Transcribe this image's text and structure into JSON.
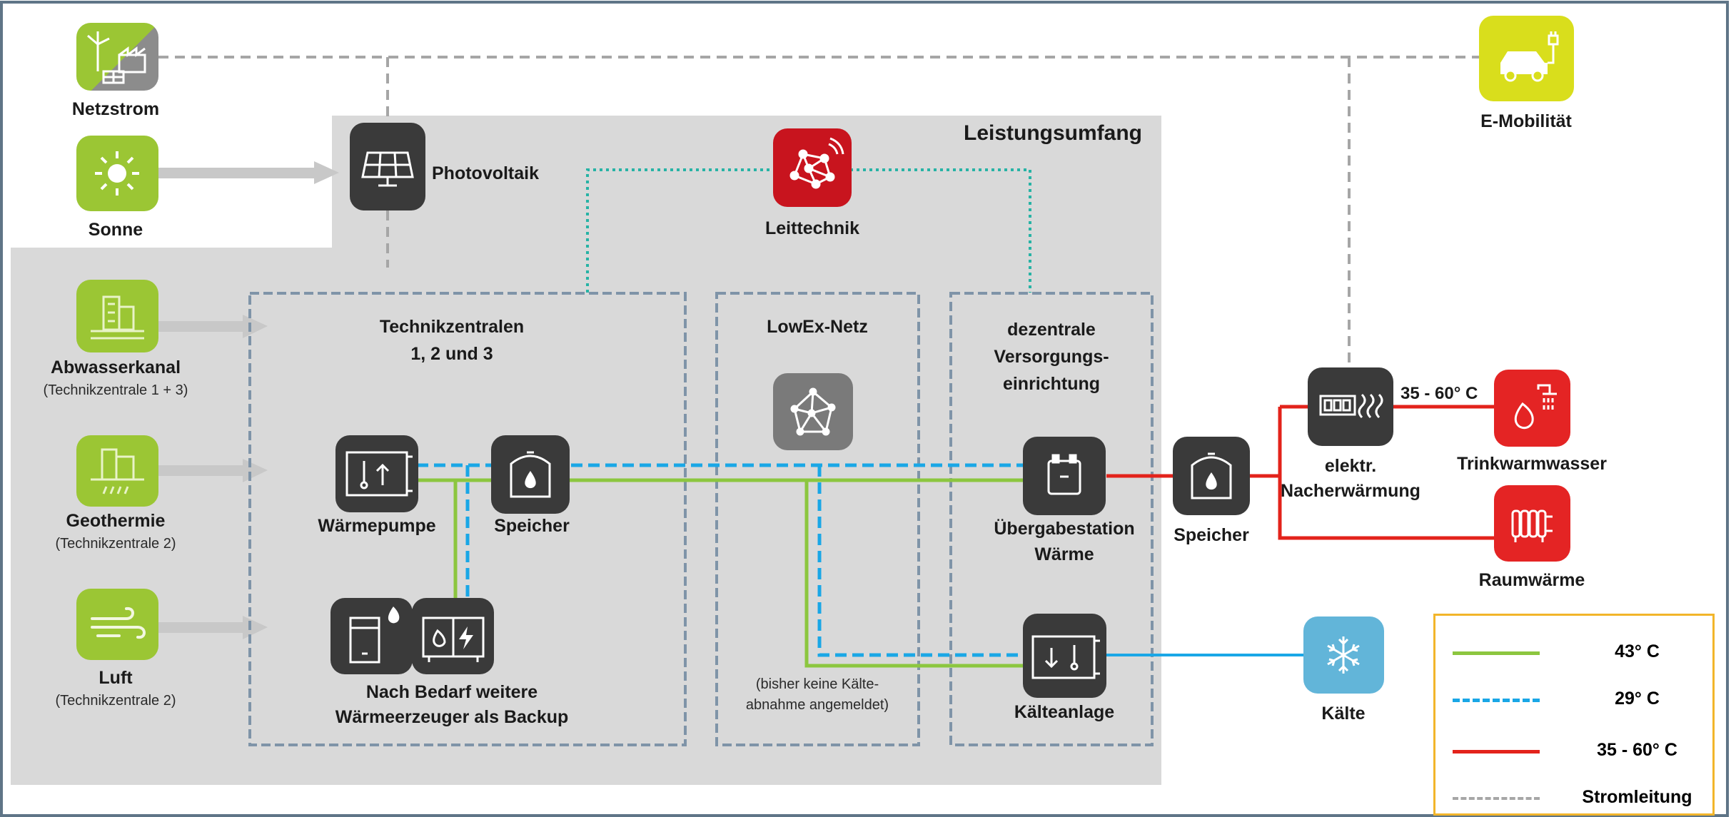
{
  "title": "Leistungsumfang",
  "sources": {
    "netzstrom": "Netzstrom",
    "sonne": "Sonne",
    "abwasser_title": "Abwasserkanal",
    "abwasser_sub": "(Technikzentrale 1 + 3)",
    "geothermie_title": "Geothermie",
    "geothermie_sub": "(Technikzentrale 2)",
    "luft_title": "Luft",
    "luft_sub": "(Technikzentrale 2)"
  },
  "nodes": {
    "photovoltaik": "Photovoltaik",
    "leittechnik": "Leittechnik",
    "emobilitaet": "E-Mobilität"
  },
  "zones": {
    "technik_line1": "Technikzentralen",
    "technik_line2": "1, 2 und 3",
    "lowex": "LowEx-Netz",
    "lowex_note_1": "(bisher keine Kälte-",
    "lowex_note_2": "abnahme angemeldet)",
    "dezentral_1": "dezentrale",
    "dezentral_2": "Versorgungs-",
    "dezentral_3": "einrichtung"
  },
  "components": {
    "waermepumpe": "Wärmepumpe",
    "speicher_1": "Speicher",
    "backup_1": "Nach Bedarf weitere",
    "backup_2": "Wärmeerzeuger als Backup",
    "uebergabe_1": "Übergabestation",
    "uebergabe_2": "Wärme",
    "kaelteanlage": "Kälteanlage",
    "speicher_2": "Speicher",
    "nacherw_1": "elektr.",
    "nacherw_2": "Nacherwärmung",
    "temp_label": "35 - 60° C",
    "trinkwarmwasser": "Trinkwarmwasser",
    "raumwaerme": "Raumwärme",
    "kaelte": "Kälte"
  },
  "legend": [
    {
      "label": "43° C",
      "style": "solid",
      "color": "#8cc63f"
    },
    {
      "label": "29° C",
      "style": "dashed",
      "color": "#1aa7e6"
    },
    {
      "label": "35 - 60° C",
      "style": "solid",
      "color": "#e3231b"
    },
    {
      "label": "Stromleitung",
      "style": "dashed",
      "color": "#a6a6a6"
    }
  ],
  "colors": {
    "line_43": "#8cc63f",
    "line_29": "#1aa7e6",
    "line_hot": "#e3231b",
    "line_power": "#a6a6a6",
    "zone_border": "#7f94a8",
    "scope_fill": "#d9d9d9",
    "source_green": "#9bc634",
    "icon_dark": "#3a3a3a",
    "icon_red": "#c8141e",
    "emob_yellow": "#d9de1c",
    "kaelte_blue": "#62b5d9",
    "legend_border": "#f2b52a"
  },
  "icons": {
    "netzstrom": "wind-solar-factory-icon",
    "sonne": "sun-icon",
    "abwasser": "building-sewer-icon",
    "geothermie": "building-geothermal-icon",
    "luft": "wind-icon",
    "photovoltaik": "solar-panel-icon",
    "leittechnik": "network-control-icon",
    "lowex": "network-icon",
    "waermepumpe": "heat-pump-icon",
    "speicher": "storage-tank-icon",
    "boiler": "boiler-flame-icon",
    "cogeneration": "flame-power-icon",
    "uebergabe": "transfer-station-icon",
    "kaelteanlage": "chiller-icon",
    "nacherwaermung": "electric-heater-icon",
    "trinkwarmwasser": "shower-flame-icon",
    "raumwaerme": "radiator-icon",
    "kaelte": "snowflake-icon",
    "emobilitaet": "electric-car-icon"
  }
}
